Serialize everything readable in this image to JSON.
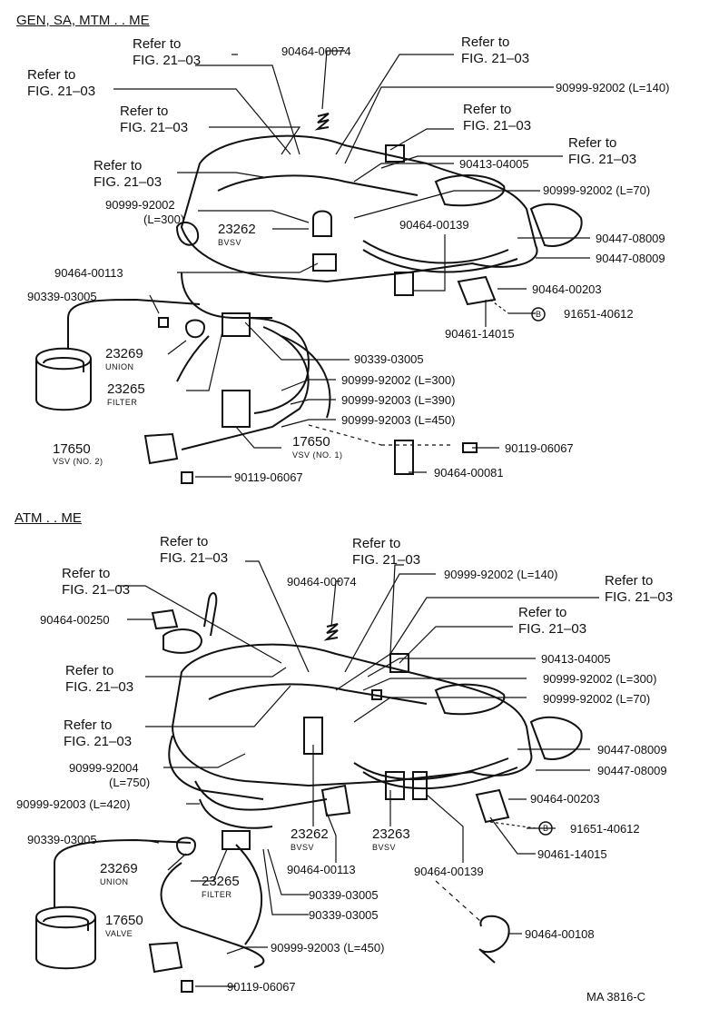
{
  "sections": {
    "top_title": "GEN, SA, MTM . . ME",
    "bottom_title": "ATM . . ME"
  },
  "refs": {
    "refer_to": "Refer to",
    "fig": "FIG. 21–03"
  },
  "top": {
    "p_00074": "90464-00074",
    "p_92002_140": "90999-92002 (L=140)",
    "p_04005": "90413-04005",
    "p_92002_70": "90999-92002 (L=70)",
    "p_92002_300a": "90999-92002",
    "p_92002_300a_len": "(L=300)",
    "p_23262": "23262",
    "p_bvsv": "BVSV",
    "p_00139": "90464-00139",
    "p_08009a": "90447-08009",
    "p_08009b": "90447-08009",
    "p_00113": "90464-00113",
    "p_00203": "90464-00203",
    "p_03005a": "90339-03005",
    "p_40612": "91651-40612",
    "p_14015": "90461-14015",
    "p_23269": "23269",
    "p_union": "UNION",
    "p_03005b": "90339-03005",
    "p_23265": "23265",
    "p_filter": "FILTER",
    "p_92002_300b": "90999-92002 (L=300)",
    "p_92003_390": "90999-92003 (L=390)",
    "p_92003_450": "90999-92003 (L=450)",
    "p_17650a": "17650",
    "p_vsv2": "VSV (NO. 2)",
    "p_17650b": "17650",
    "p_vsv1": "VSV (NO. 1)",
    "p_06067a": "90119-06067",
    "p_00081": "90464-00081",
    "p_06067b": "90119-06067",
    "circle_b": "B"
  },
  "bottom": {
    "p_00074": "90464-00074",
    "p_92002_140": "90999-92002 (L=140)",
    "p_00250": "90464-00250",
    "p_04005": "90413-04005",
    "p_92002_300": "90999-92002 (L=300)",
    "p_92002_70": "90999-92002 (L=70)",
    "p_08009a": "90447-08009",
    "p_92004": "90999-92004",
    "p_92004_len": "(L=750)",
    "p_08009b": "90447-08009",
    "p_92003_420": "90999-92003 (L=420)",
    "p_00203": "90464-00203",
    "p_40612": "91651-40612",
    "p_03005a": "90339-03005",
    "p_23262": "23262",
    "p_bvsv1": "BVSV",
    "p_23263": "23263",
    "p_bvsv2": "BVSV",
    "p_14015": "90461-14015",
    "p_23269": "23269",
    "p_union": "UNION",
    "p_00113": "90464-00113",
    "p_00139": "90464-00139",
    "p_23265": "23265",
    "p_filter": "FILTER",
    "p_03005b": "90339-03005",
    "p_03005c": "90339-03005",
    "p_00108": "90464-00108",
    "p_17650": "17650",
    "p_valve": "VALVE",
    "p_92003_450": "90999-92003 (L=450)",
    "p_06067": "90119-06067",
    "circle_b": "B"
  },
  "footer": {
    "code": "MA 3816-C"
  }
}
